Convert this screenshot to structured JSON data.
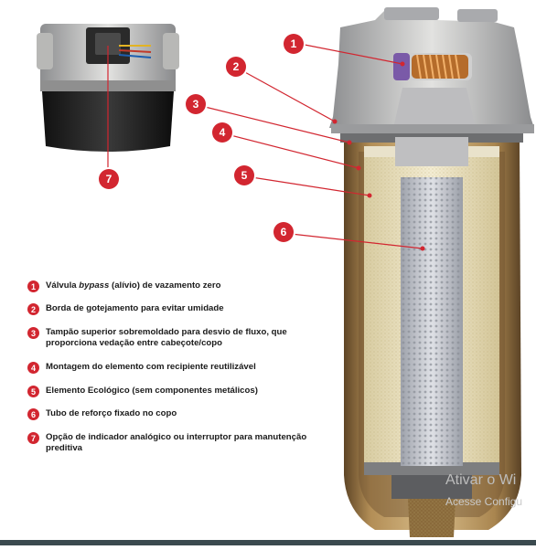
{
  "legend": [
    {
      "n": "1",
      "pre": "Válvula ",
      "em": "bypass",
      "post": " (alívio) de vazamento zero"
    },
    {
      "n": "2",
      "text": "Borda de gotejamento para evitar umidade"
    },
    {
      "n": "3",
      "text": "Tampão superior sobremoldado para desvio de fluxo, que proporciona vedação entre cabeçote/copo"
    },
    {
      "n": "4",
      "text": "Montagem do elemento com recipiente reutilizável"
    },
    {
      "n": "5",
      "text": "Elemento Ecológico (sem componentes metálicos)"
    },
    {
      "n": "6",
      "text": "Tubo de reforço fixado no copo"
    },
    {
      "n": "7",
      "text": "Opção de indicador analógico ou interruptor para manutenção preditiva"
    }
  ],
  "callouts": [
    "1",
    "2",
    "3",
    "4",
    "5",
    "6",
    "7"
  ],
  "watermark": {
    "line1": "Ativar o Wi",
    "line2": "Acesse Configu"
  },
  "colors": {
    "accent": "#d22630",
    "element": "#efe6c8",
    "tube": "#c9ccd3",
    "bowl": "#8a6a3b"
  }
}
